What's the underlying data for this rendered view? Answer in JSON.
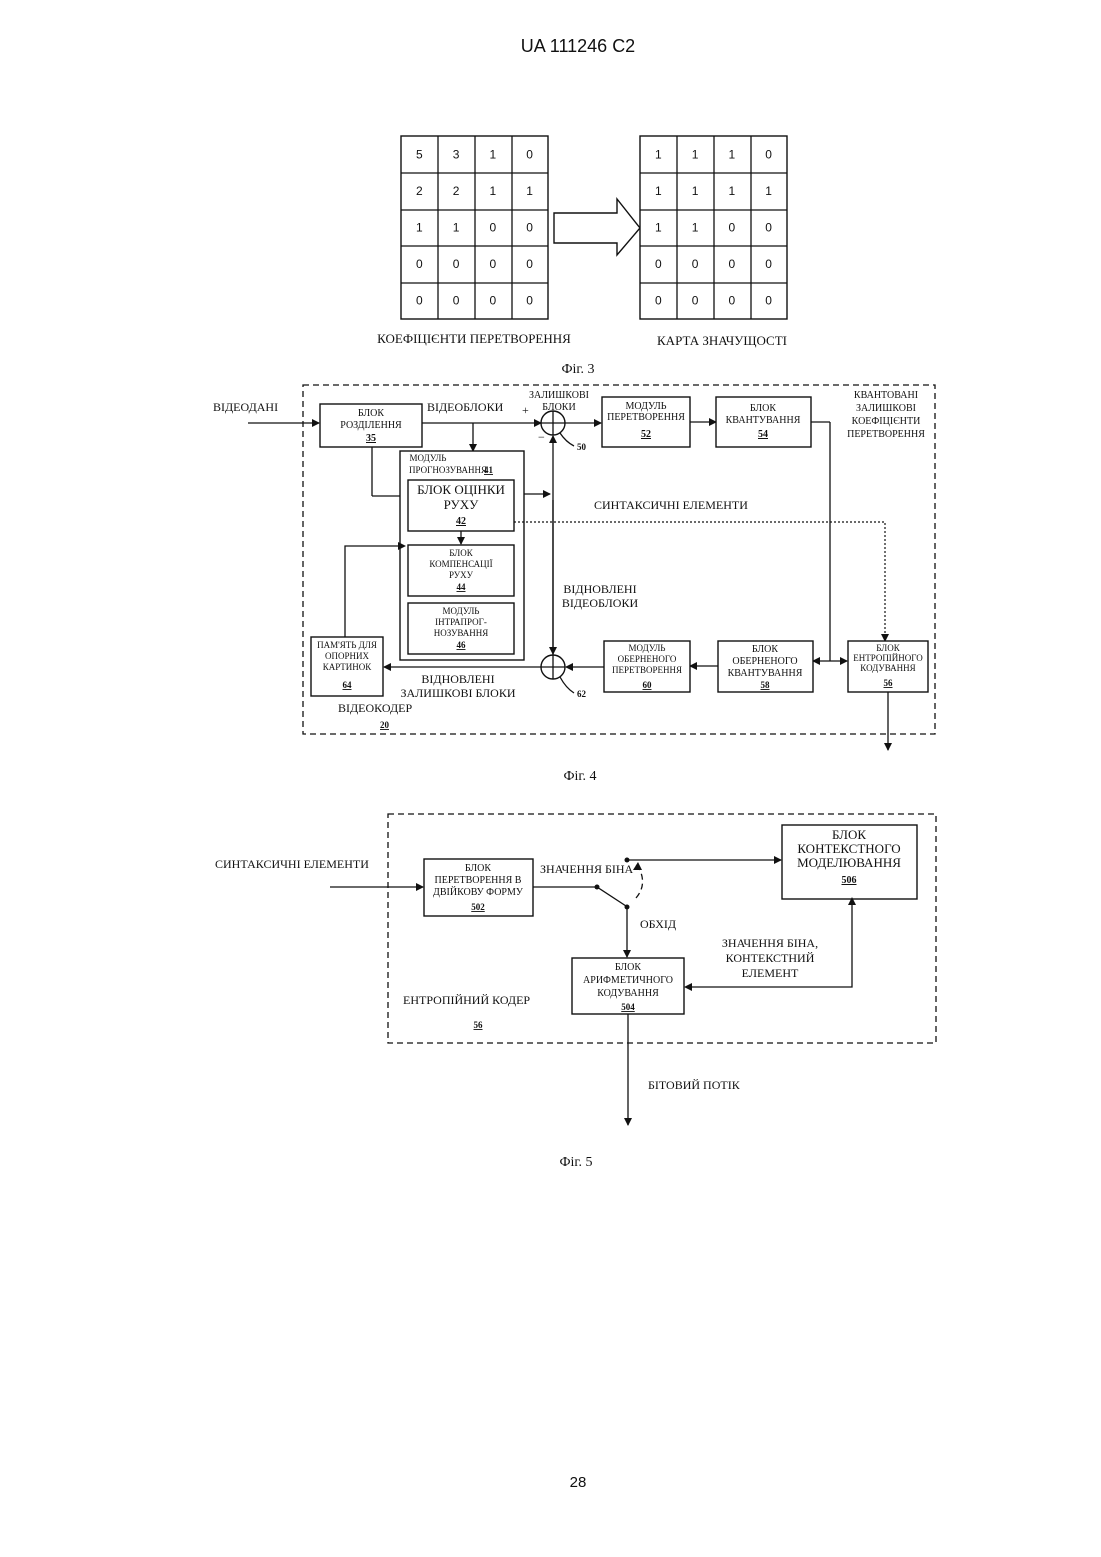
{
  "header": "UA 111246 C2",
  "page_number": "28",
  "fig3": {
    "caption": "Фіг. 3",
    "left_label": "КОЕФІЦІЄНТИ ПЕРЕТВОРЕННЯ",
    "right_label": "КАРТА ЗНАЧУЩОСТІ",
    "coefficients": [
      [
        "5",
        "3",
        "1",
        "0"
      ],
      [
        "2",
        "2",
        "1",
        "1"
      ],
      [
        "1",
        "1",
        "0",
        "0"
      ],
      [
        "0",
        "0",
        "0",
        "0"
      ],
      [
        "0",
        "0",
        "0",
        "0"
      ]
    ],
    "significance_map": [
      [
        "1",
        "1",
        "1",
        "0"
      ],
      [
        "1",
        "1",
        "1",
        "1"
      ],
      [
        "1",
        "1",
        "0",
        "0"
      ],
      [
        "0",
        "0",
        "0",
        "0"
      ],
      [
        "0",
        "0",
        "0",
        "0"
      ]
    ]
  },
  "fig4": {
    "caption": "Фіг. 4",
    "video_data": "ВІДЕОДАНІ",
    "video_blocks": "ВІДЕОБЛОКИ",
    "residual_blocks_1": "ЗАЛИШКОВІ",
    "residual_blocks_2": "БЛОКИ",
    "plus": "+",
    "minus": "−",
    "q_1": "КВАНТОВАНІ",
    "q_2": "ЗАЛИШКОВІ",
    "q_3": "КОЕФІЦІЄНТИ",
    "q_4": "ПЕРЕТВОРЕННЯ",
    "syntax_elements": "СИНТАКСИЧНІ ЕЛЕМЕНТИ",
    "recon_video_1": "ВІДНОВЛЕНІ",
    "recon_video_2": "ВІДЕОБЛОКИ",
    "recon_resid_1": "ВІДНОВЛЕНІ",
    "recon_resid_2": "ЗАЛИШКОВІ БЛОКИ",
    "encoder_label": "ВІДЕОКОДЕР",
    "encoder_num": "20",
    "partition_1": "БЛОК",
    "partition_2": "РОЗДІЛЕННЯ",
    "partition_num": "35",
    "transform_1": "МОДУЛЬ",
    "transform_2": "ПЕРЕТВОРЕННЯ",
    "transform_num": "52",
    "quant_1": "БЛОК",
    "quant_2": "КВАНТУВАННЯ",
    "quant_num": "54",
    "pred_1": "МОДУЛЬ",
    "pred_2": "ПРОГНОЗУВАННЯ",
    "pred_num": "41",
    "me_1": "БЛОК ОЦІНКИ",
    "me_2": "РУХУ",
    "me_num": "42",
    "mc_1": "БЛОК",
    "mc_2": "КОМПЕНСАЦІЇ",
    "mc_3": "РУХУ",
    "mc_num": "44",
    "intra_1": "МОДУЛЬ",
    "intra_2": "ІНТРАПРОГ-",
    "intra_3": "НОЗУВАННЯ",
    "intra_num": "46",
    "mem_1": "ПАМ'ЯТЬ ДЛЯ",
    "mem_2": "ОПОРНИХ",
    "mem_3": "КАРТИНОК",
    "mem_num": "64",
    "itrans_1": "МОДУЛЬ",
    "itrans_2": "ОБЕРНЕНОГО",
    "itrans_3": "ПЕРЕТВОРЕННЯ",
    "itrans_num": "60",
    "iquant_1": "БЛОК",
    "iquant_2": "ОБЕРНЕНОГО",
    "iquant_3": "КВАНТУВАННЯ",
    "iquant_num": "58",
    "ent_1": "БЛОК",
    "ent_2": "ЕНТРОПІЙНОГО",
    "ent_3": "КОДУВАННЯ",
    "ent_num": "56",
    "sum_top_num": "50",
    "sum_bot_num": "62"
  },
  "fig5": {
    "caption": "Фіг. 5",
    "syntax_elements": "СИНТАКСИЧНІ ЕЛЕМЕНТИ",
    "bin_value": "ЗНАЧЕННЯ БІНА",
    "bypass": "ОБХІД",
    "bin_ctx_1": "ЗНАЧЕННЯ БІНА,",
    "bin_ctx_2": "КОНТЕКСТНИЙ",
    "bin_ctx_3": "ЕЛЕМЕНТ",
    "bitstream": "БІТОВИЙ ПОТІК",
    "entropy_coder": "ЕНТРОПІЙНИЙ КОДЕР",
    "entropy_num": "56",
    "bin_1": "БЛОК",
    "bin_2": "ПЕРЕТВОРЕННЯ В",
    "bin_3": "ДВІЙКОВУ ФОРМУ",
    "bin_num": "502",
    "ctx_1": "БЛОК",
    "ctx_2": "КОНТЕКСТНОГО",
    "ctx_3": "МОДЕЛЮВАННЯ",
    "ctx_num": "506",
    "arith_1": "БЛОК",
    "arith_2": "АРИФМЕТИЧНОГО",
    "arith_3": "КОДУВАННЯ",
    "arith_num": "504"
  }
}
